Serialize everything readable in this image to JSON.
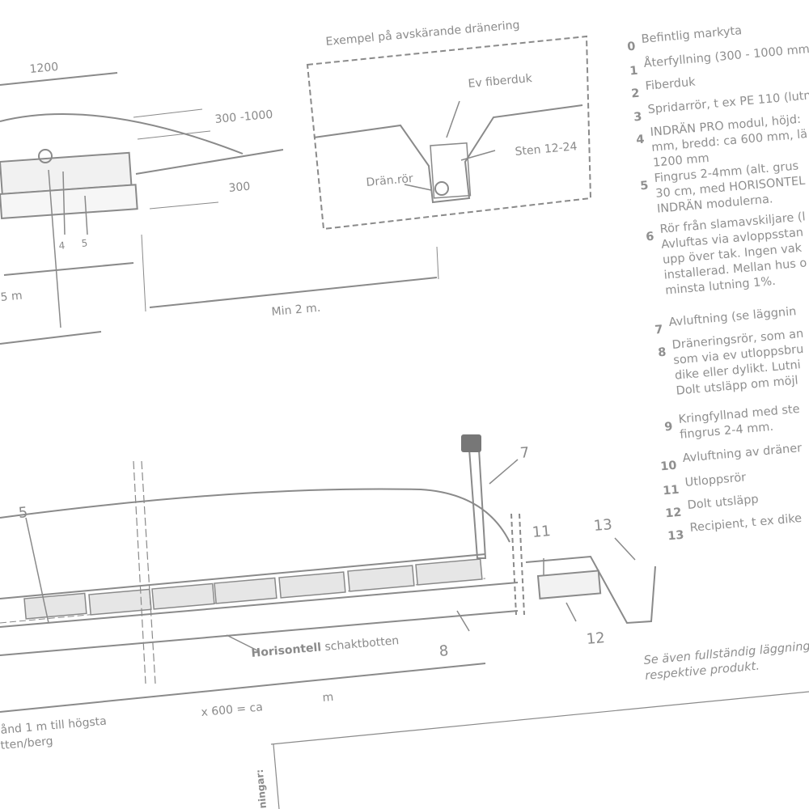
{
  "drawing": {
    "dimensions": {
      "d1200": "1200",
      "d300_1000": "300 -1000",
      "d300": "300",
      "d5m": "5 m",
      "min2m": "Min 2 m.",
      "x600": "x 600 = ca",
      "m": "m"
    },
    "callouts": {
      "c4": "4",
      "c5": "5",
      "c5b": "5",
      "c7": "7",
      "c8": "8",
      "c11": "11",
      "c12": "12",
      "c13": "13"
    },
    "inset": {
      "title": "Exempel på avskärande dränering",
      "ev_fiberduk": "Ev fiberduk",
      "sten": "Sten 12-24",
      "dran_ror": "Drän.rör"
    },
    "horisontell_bold": "Horisontell",
    "horisontell_rest": " schaktbotten",
    "note_left_1": "ånd 1 m till högsta",
    "note_left_2": "tten/berg",
    "notes_label": "ningar:"
  },
  "legend": [
    {
      "num": "0",
      "text": "Befintlig markyta"
    },
    {
      "num": "1",
      "text": "Återfyllning (300 - 1000 mm"
    },
    {
      "num": "2",
      "text": "Fiberduk"
    },
    {
      "num": "3",
      "text": "Spridarrör, t ex PE 110 (lutn"
    },
    {
      "num": "4",
      "text": "INDRÄN PRO modul, höjd: mm, bredd: ca 600 mm, lä 1200 mm"
    },
    {
      "num": "5",
      "text": "Fingrus 2-4mm (alt. grus 30 cm, med HORISONTEL INDRÄN modulerna."
    },
    {
      "num": "6",
      "text": "Rör från slamavskiljare (l Avluftas via avloppsstan upp över tak.  Ingen vak installerad. Mellan hus o minsta lutning 1%."
    },
    {
      "num": "7",
      "text": "Avluftning  (se läggnin"
    },
    {
      "num": "8",
      "text": "Dräneringsrör, som an som via ev utloppsbru dike eller dylikt. Lutni Dolt utsläpp om möjl"
    },
    {
      "num": "9",
      "text": "Kringfyllnad med ste fingrus 2-4 mm."
    },
    {
      "num": "10",
      "text": "Avluftning av dräner"
    },
    {
      "num": "11",
      "text": "Utloppsrör"
    },
    {
      "num": "12",
      "text": "Dolt utsläpp"
    },
    {
      "num": "13",
      "text": "Recipient, t ex dike"
    }
  ],
  "footnote": "Se även fullständig läggning respektive produkt."
}
